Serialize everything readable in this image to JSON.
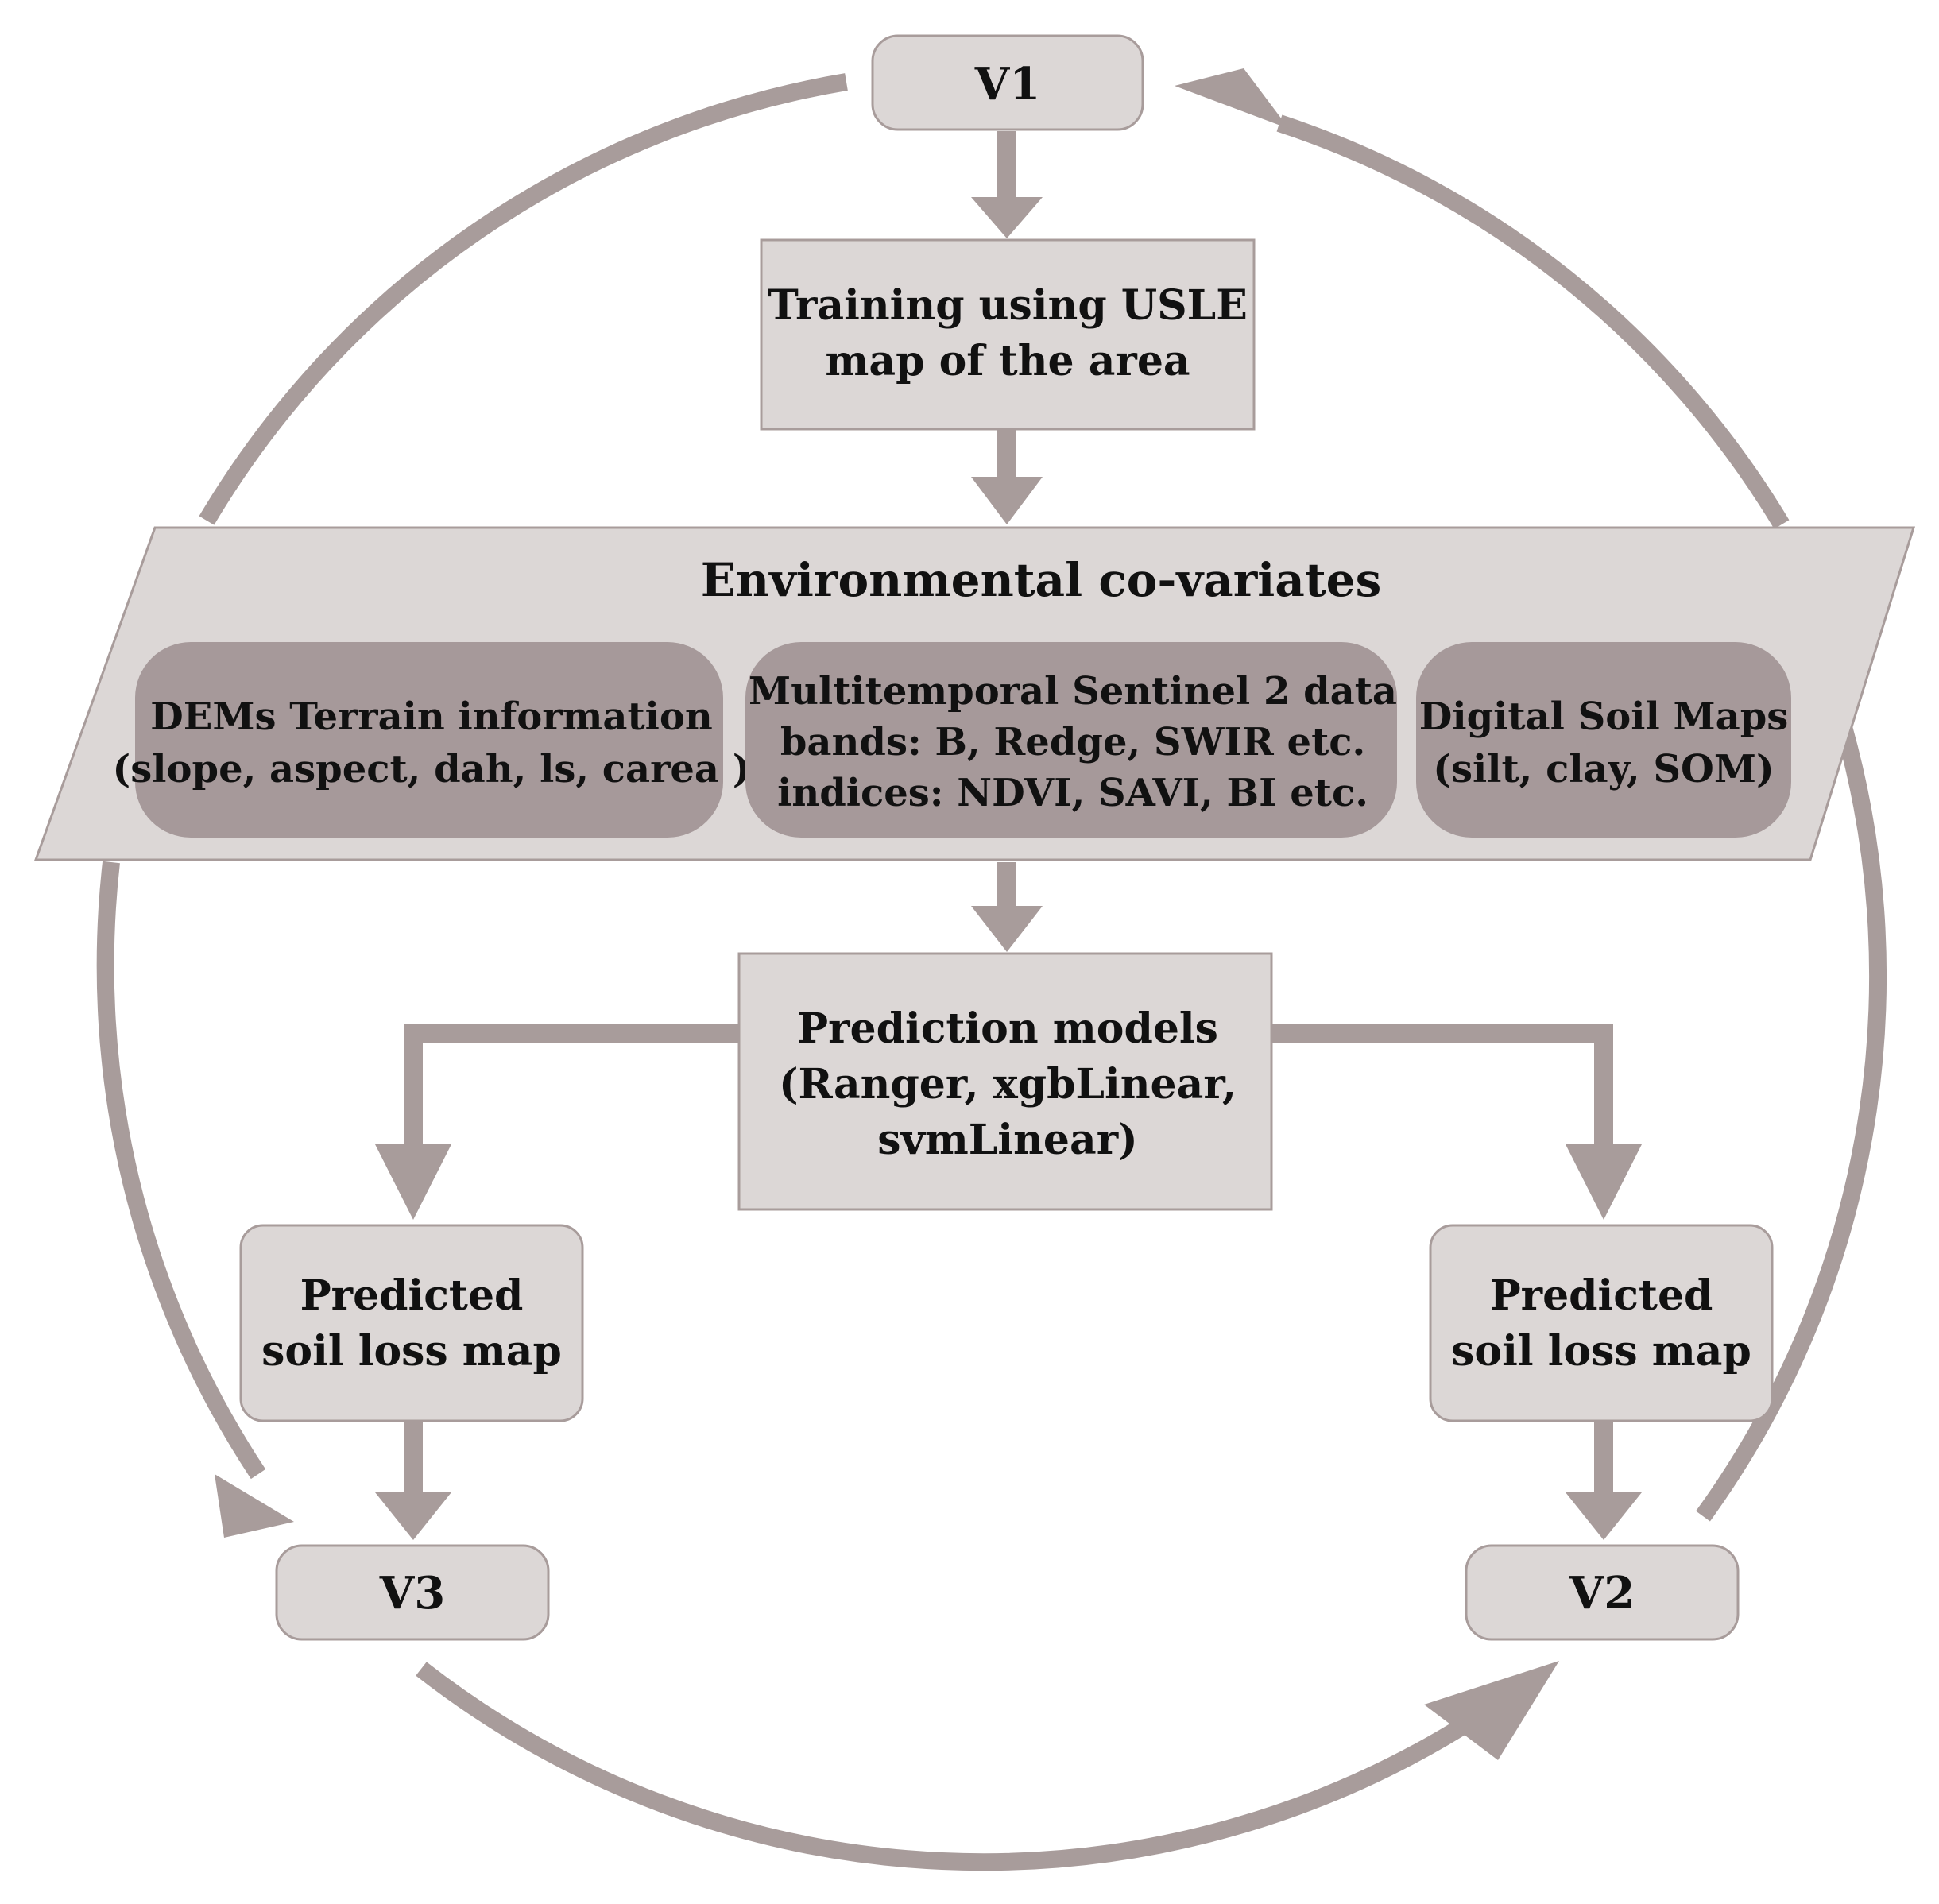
{
  "colors": {
    "arrow": "#a89c9b",
    "box_fill": "#dcd7d6",
    "box_stroke": "#a89c9b",
    "dark_pill_fill": "#a6999a",
    "text": "#111111"
  },
  "nodes": {
    "v1": {
      "label": "V1"
    },
    "v2": {
      "label": "V2"
    },
    "v3": {
      "label": "V3"
    },
    "training": {
      "lines": [
        "Training using  USLE",
        "map of the area"
      ]
    },
    "covariates": {
      "title": "Environmental co-variates",
      "groups": [
        {
          "lines": [
            "DEMs Terrain information",
            "(slope, aspect, dah, ls, carea )"
          ]
        },
        {
          "lines": [
            "Multitemporal Sentinel 2 data",
            "bands: B, Redge, SWIR etc.",
            "indices: NDVI, SAVI, BI etc."
          ]
        },
        {
          "lines": [
            "Digital Soil Maps",
            "(silt, clay, SOM)"
          ]
        }
      ]
    },
    "prediction": {
      "lines": [
        "Prediction models",
        "(Ranger, xgbLinear,",
        "svmLinear)"
      ]
    },
    "predicted_left": {
      "lines": [
        "Predicted",
        "soil loss map"
      ]
    },
    "predicted_right": {
      "lines": [
        "Predicted",
        "soil loss map"
      ]
    }
  }
}
